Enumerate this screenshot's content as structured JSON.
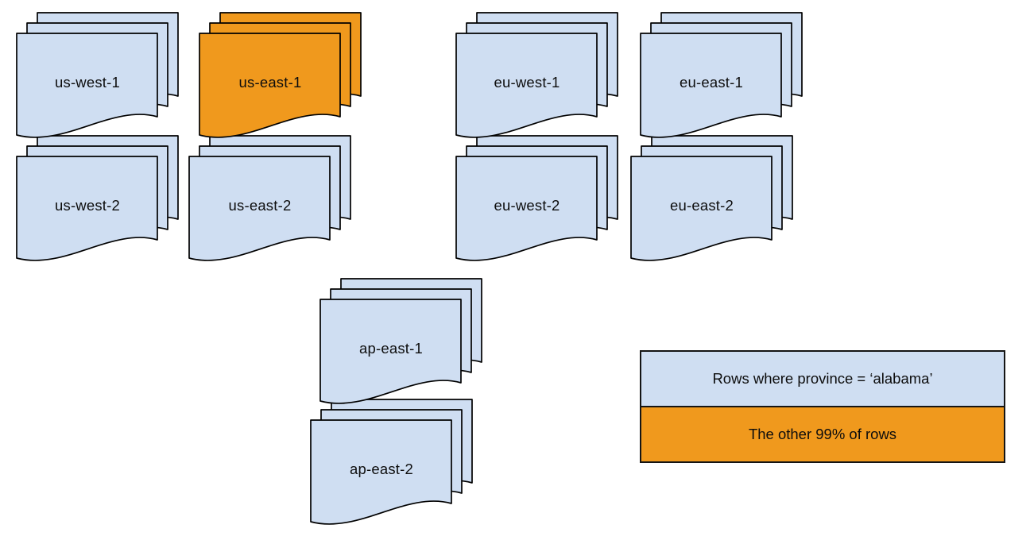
{
  "colors": {
    "blue": "#cfdef2",
    "orange": "#f0991d",
    "stroke": "#000000"
  },
  "stacks": [
    {
      "label": "us-west-1",
      "variant": "blue"
    },
    {
      "label": "us-east-1",
      "variant": "orange"
    },
    {
      "label": "eu-west-1",
      "variant": "blue"
    },
    {
      "label": "eu-east-1",
      "variant": "blue"
    },
    {
      "label": "us-west-2",
      "variant": "blue"
    },
    {
      "label": "us-east-2",
      "variant": "blue"
    },
    {
      "label": "eu-west-2",
      "variant": "blue"
    },
    {
      "label": "eu-east-2",
      "variant": "blue"
    },
    {
      "label": "ap-east-1",
      "variant": "blue"
    },
    {
      "label": "ap-east-2",
      "variant": "blue"
    }
  ],
  "legend": {
    "items": [
      {
        "label": "Rows where province = ‘alabama’",
        "color_key": "blue"
      },
      {
        "label": "The other 99% of rows",
        "color_key": "orange"
      }
    ]
  }
}
